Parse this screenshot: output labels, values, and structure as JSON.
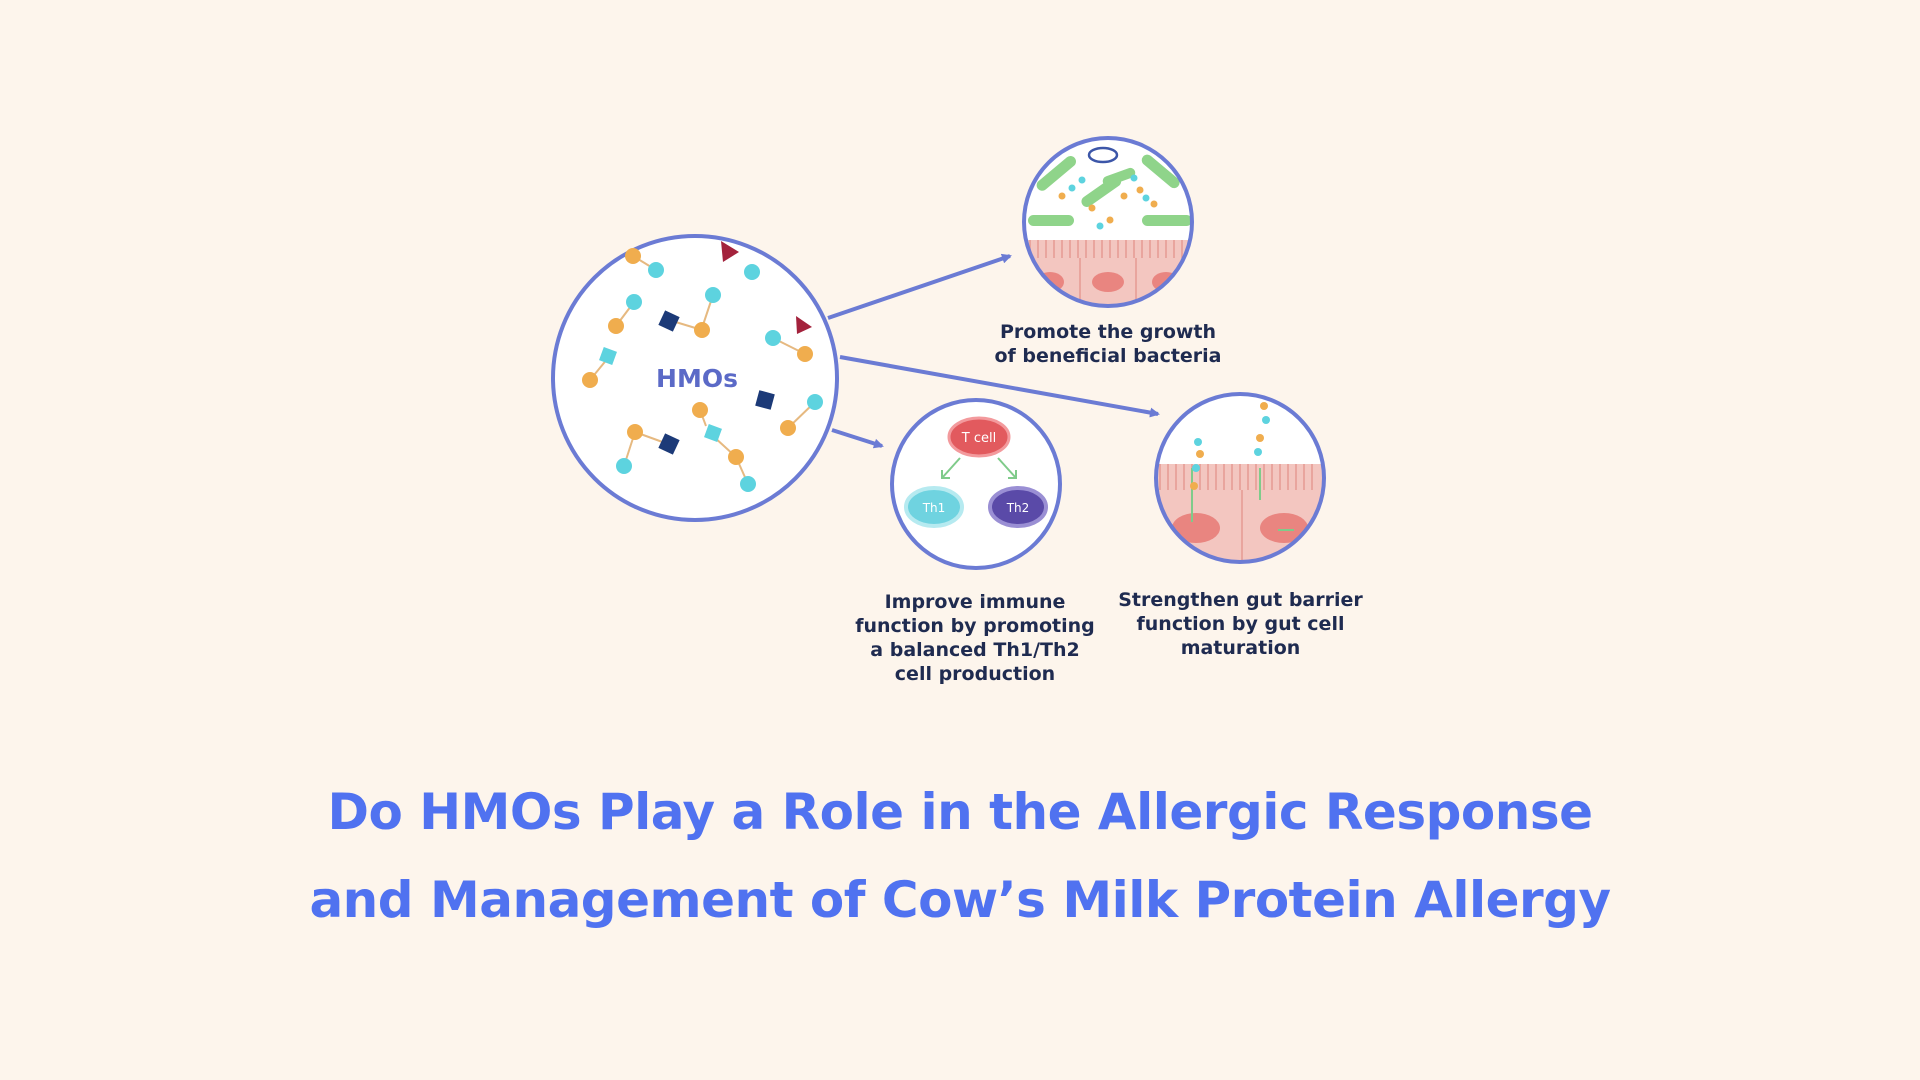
{
  "diagram": {
    "hub_label": "HMOs",
    "hub_circle_color": "#6b7bd4",
    "branches": [
      {
        "label": "Promote the growth\nof beneficial bacteria"
      },
      {
        "label": "Improve immune\nfunction by promoting\na balanced Th1/Th2\ncell production"
      },
      {
        "label": "Strengthen gut barrier\nfunction by gut cell\nmaturation"
      }
    ],
    "cells": {
      "t_cell": "T cell",
      "th1": "Th1",
      "th2": "Th2"
    },
    "colors": {
      "orange_sugar": "#f0ad4e",
      "cyan_sugar": "#5dd3df",
      "navy_square": "#1c3a78",
      "red_triangle": "#a3223c",
      "arrow": "#6b7bd4",
      "t_cell": "#e25a5e",
      "th1": "#6fd3e0",
      "th2": "#5a4aa8",
      "bacteria": "#8fd48a",
      "gut_cell": "#f3c6c0",
      "nucleus": "#e98580"
    }
  },
  "title": {
    "line1": "Do HMOs Play a Role in the Allergic Response",
    "line2": "and Management of Cow’s Milk Protein Allergy"
  }
}
